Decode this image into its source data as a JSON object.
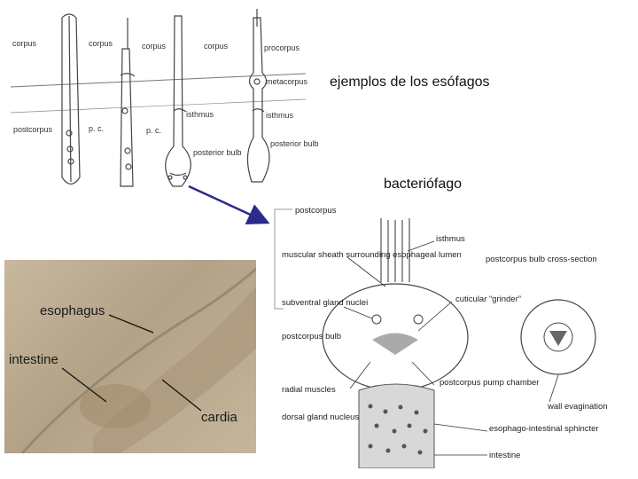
{
  "captions": {
    "examples": "ejemplos de los esófagos",
    "bacteriophage": "bacteriófago"
  },
  "types_panel": {
    "labels": {
      "corpus_1": "corpus",
      "corpus_2": "corpus",
      "corpus_3": "corpus",
      "corpus_4": "corpus",
      "procorpus": "procorpus",
      "metacorpus": "metacorpus",
      "postcorpus": "postcorpus",
      "pc_1": "p. c.",
      "pc_2": "p. c.",
      "isthmus_1": "isthmus",
      "isthmus_2": "isthmus",
      "posterior_bulb_1": "posterior bulb",
      "posterior_bulb_2": "posterior bulb"
    }
  },
  "micrograph": {
    "labels": {
      "esophagus": "esophagus",
      "intestine": "intestine",
      "cardia": "cardia"
    }
  },
  "anatomy_panel": {
    "labels": {
      "postcorpus": "postcorpus",
      "isthmus": "isthmus",
      "muscular_sheath": "muscular sheath surrounding esophageal lumen",
      "postcorpus_bulb_cross_section": "postcorpus bulb cross-section",
      "subventral_gland_nuclei": "subventral gland nuclei",
      "cuticular_grinder": "cuticular “grinder”",
      "postcorpus_bulb": "postcorpus bulb",
      "radial_muscles": "radial muscles",
      "postcorpus_pump_chamber": "postcorpus pump chamber",
      "wall_evagination": "wall evagination",
      "dorsal_gland_nucleus": "dorsal gland nucleus",
      "esophago_intestinal_sphincter": "esophago-intestinal sphincter",
      "intestine": "intestine"
    }
  },
  "colors": {
    "arrow": "#2b2b8c",
    "micrograph_bg": "#b8a890",
    "line": "#444444"
  }
}
